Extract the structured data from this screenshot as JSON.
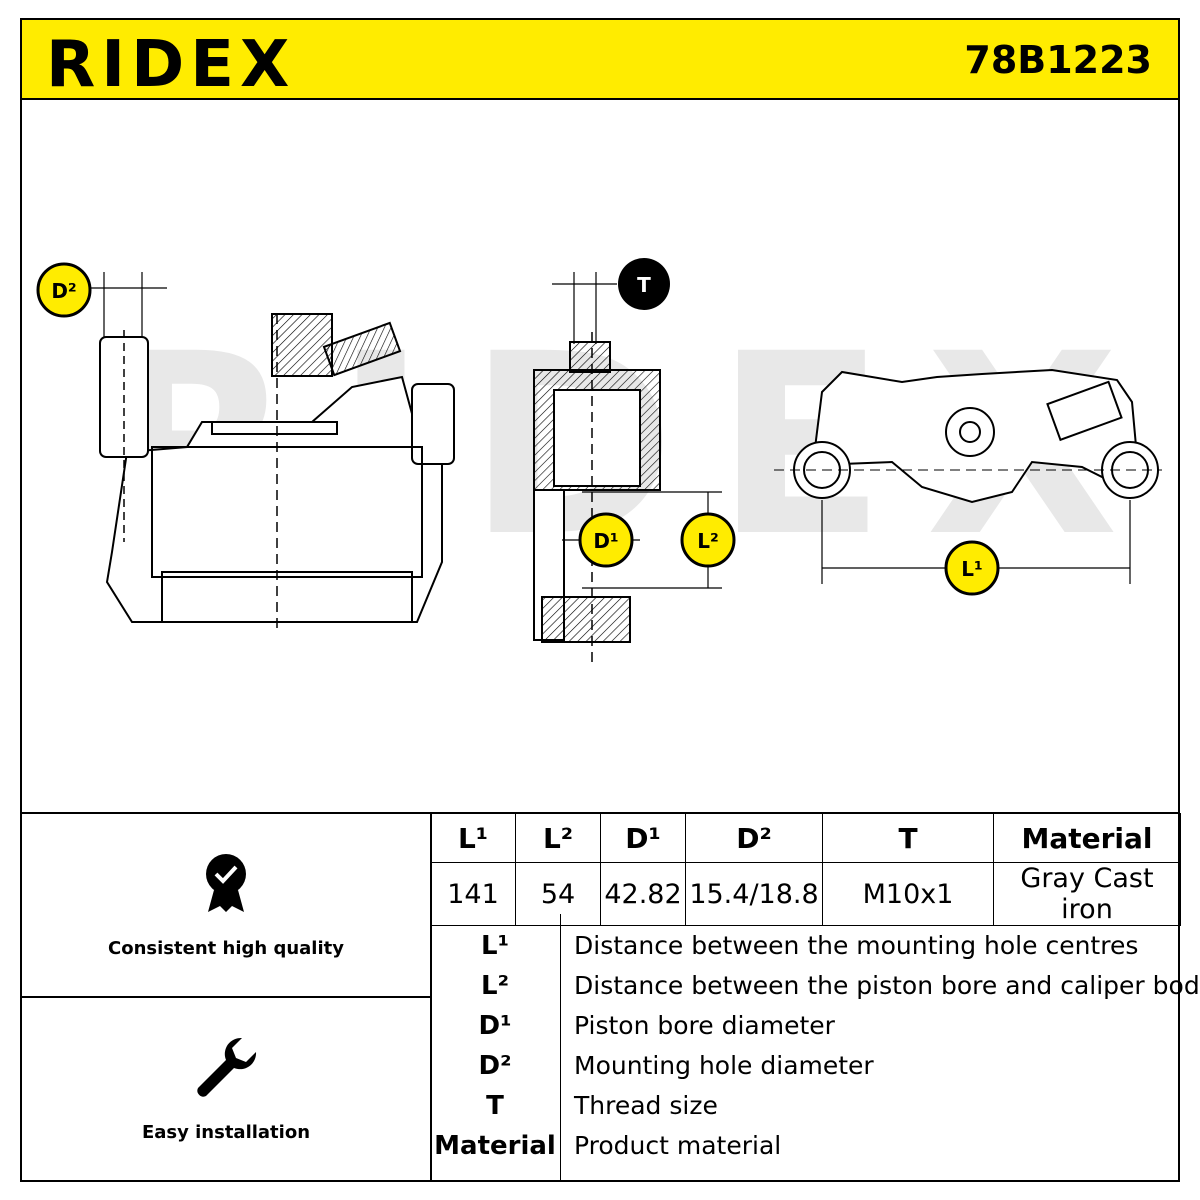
{
  "header": {
    "brand": "RIDEX",
    "part_number": "78B1223",
    "brand_color": "#ffec00"
  },
  "drawing": {
    "badges": {
      "d2": "D²",
      "t": "T",
      "d1": "D¹",
      "l2": "L²",
      "l1": "L¹"
    },
    "watermark": "RIDEX"
  },
  "features": [
    {
      "icon": "quality-badge-icon",
      "label": "Consistent high quality"
    },
    {
      "icon": "wrench-icon",
      "label": "Easy installation"
    }
  ],
  "spec_table": {
    "headers": [
      "L¹",
      "L²",
      "D¹",
      "D²",
      "T",
      "Material"
    ],
    "values": [
      "141",
      "54",
      "42.82",
      "15.4/18.8",
      "M10x1",
      "Gray Cast iron"
    ]
  },
  "legend": [
    {
      "key": "L¹",
      "description": "Distance between the mounting hole centres"
    },
    {
      "key": "L²",
      "description": "Distance between the piston bore and caliper body"
    },
    {
      "key": "D¹",
      "description": "Piston bore diameter"
    },
    {
      "key": "D²",
      "description": "Mounting hole diameter"
    },
    {
      "key": "T",
      "description": "Thread size"
    },
    {
      "key": "Material",
      "description": "Product material"
    }
  ]
}
